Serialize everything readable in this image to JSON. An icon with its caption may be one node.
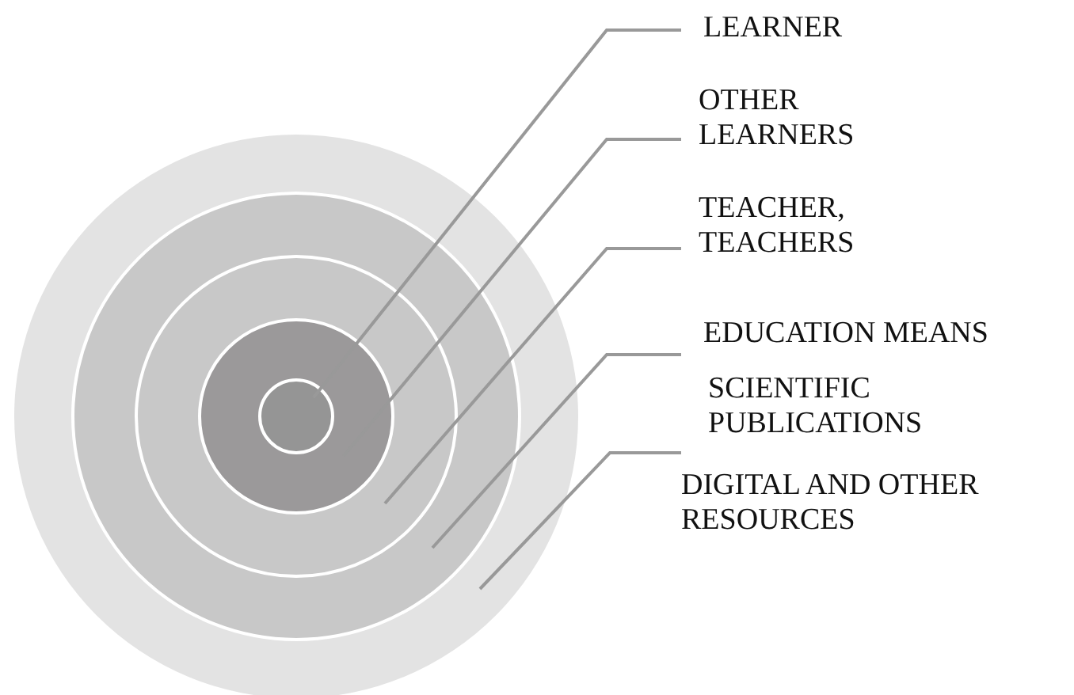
{
  "diagram": {
    "nodes": [
      {
        "text": [],
        "shape": "circle"
      },
      {
        "text": [],
        "shape": "circle",
        "in": 0
      },
      {
        "text": [],
        "shape": "circle",
        "in": 1
      },
      {
        "text": [],
        "shape": "circle",
        "in": 2
      },
      {
        "text": [],
        "shape": "circle",
        "in": 3
      },
      {
        "text": [
          "LEARNER"
        ]
      },
      {
        "text": [
          "OTHER LEARNERS"
        ]
      },
      {
        "text": [
          "TEACHER, TEACHERS"
        ]
      },
      {
        "text": [
          "EDUCATION MEANS"
        ]
      },
      {
        "text": [
          "DIGITAL AND OTHER RESOURCES"
        ]
      }
    ],
    "edges": [
      {
        "from": 5,
        "to": 4,
        "arrow": "none"
      },
      {
        "from": 6,
        "to": 3,
        "arrow": "none"
      },
      {
        "from": 7,
        "to": 2,
        "arrow": "none"
      },
      {
        "from": 8,
        "to": 1,
        "arrow": "none"
      },
      {
        "from": 9,
        "to": 0,
        "arrow": "none"
      }
    ],
    "labels": [
      "SCIENTIFIC PUBLICATIONS"
    ]
  }
}
